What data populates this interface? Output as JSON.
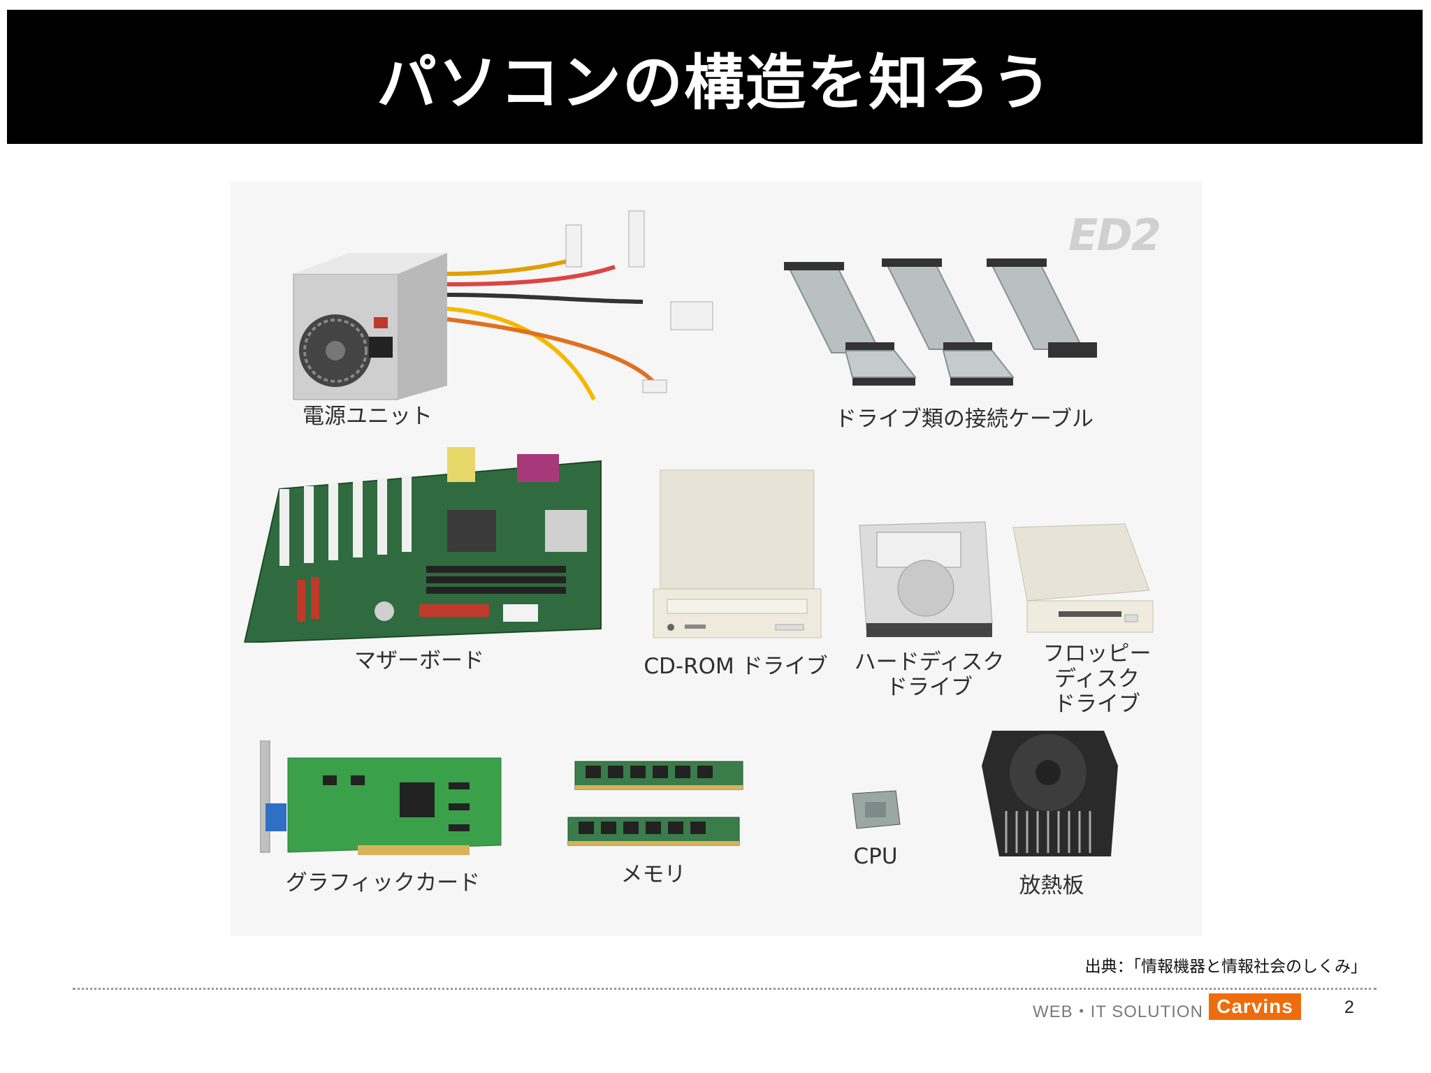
{
  "slide": {
    "title": "パソコンの構造を知ろう",
    "watermark": "ED2",
    "source": "出典：「情報機器と情報社会のしくみ」",
    "footer": {
      "text": "WEB・IT SOLUTION",
      "brand": "Carvins",
      "page": "2"
    }
  },
  "parts": {
    "psu": "電源ユニット",
    "cables": "ドライブ類の接続ケーブル",
    "motherboard": "マザーボード",
    "cdrom": "CD-ROM ドライブ",
    "hdd": "ハードディスク\nドライブ",
    "fdd": "フロッピー\nディスク\nドライブ",
    "gpu": "グラフィックカード",
    "memory": "メモリ",
    "cpu": "CPU",
    "heatsink": "放熱板"
  },
  "colors": {
    "title_bg": "#000000",
    "brand": "#ef6c0c",
    "pcb": "#2f6b3e"
  }
}
